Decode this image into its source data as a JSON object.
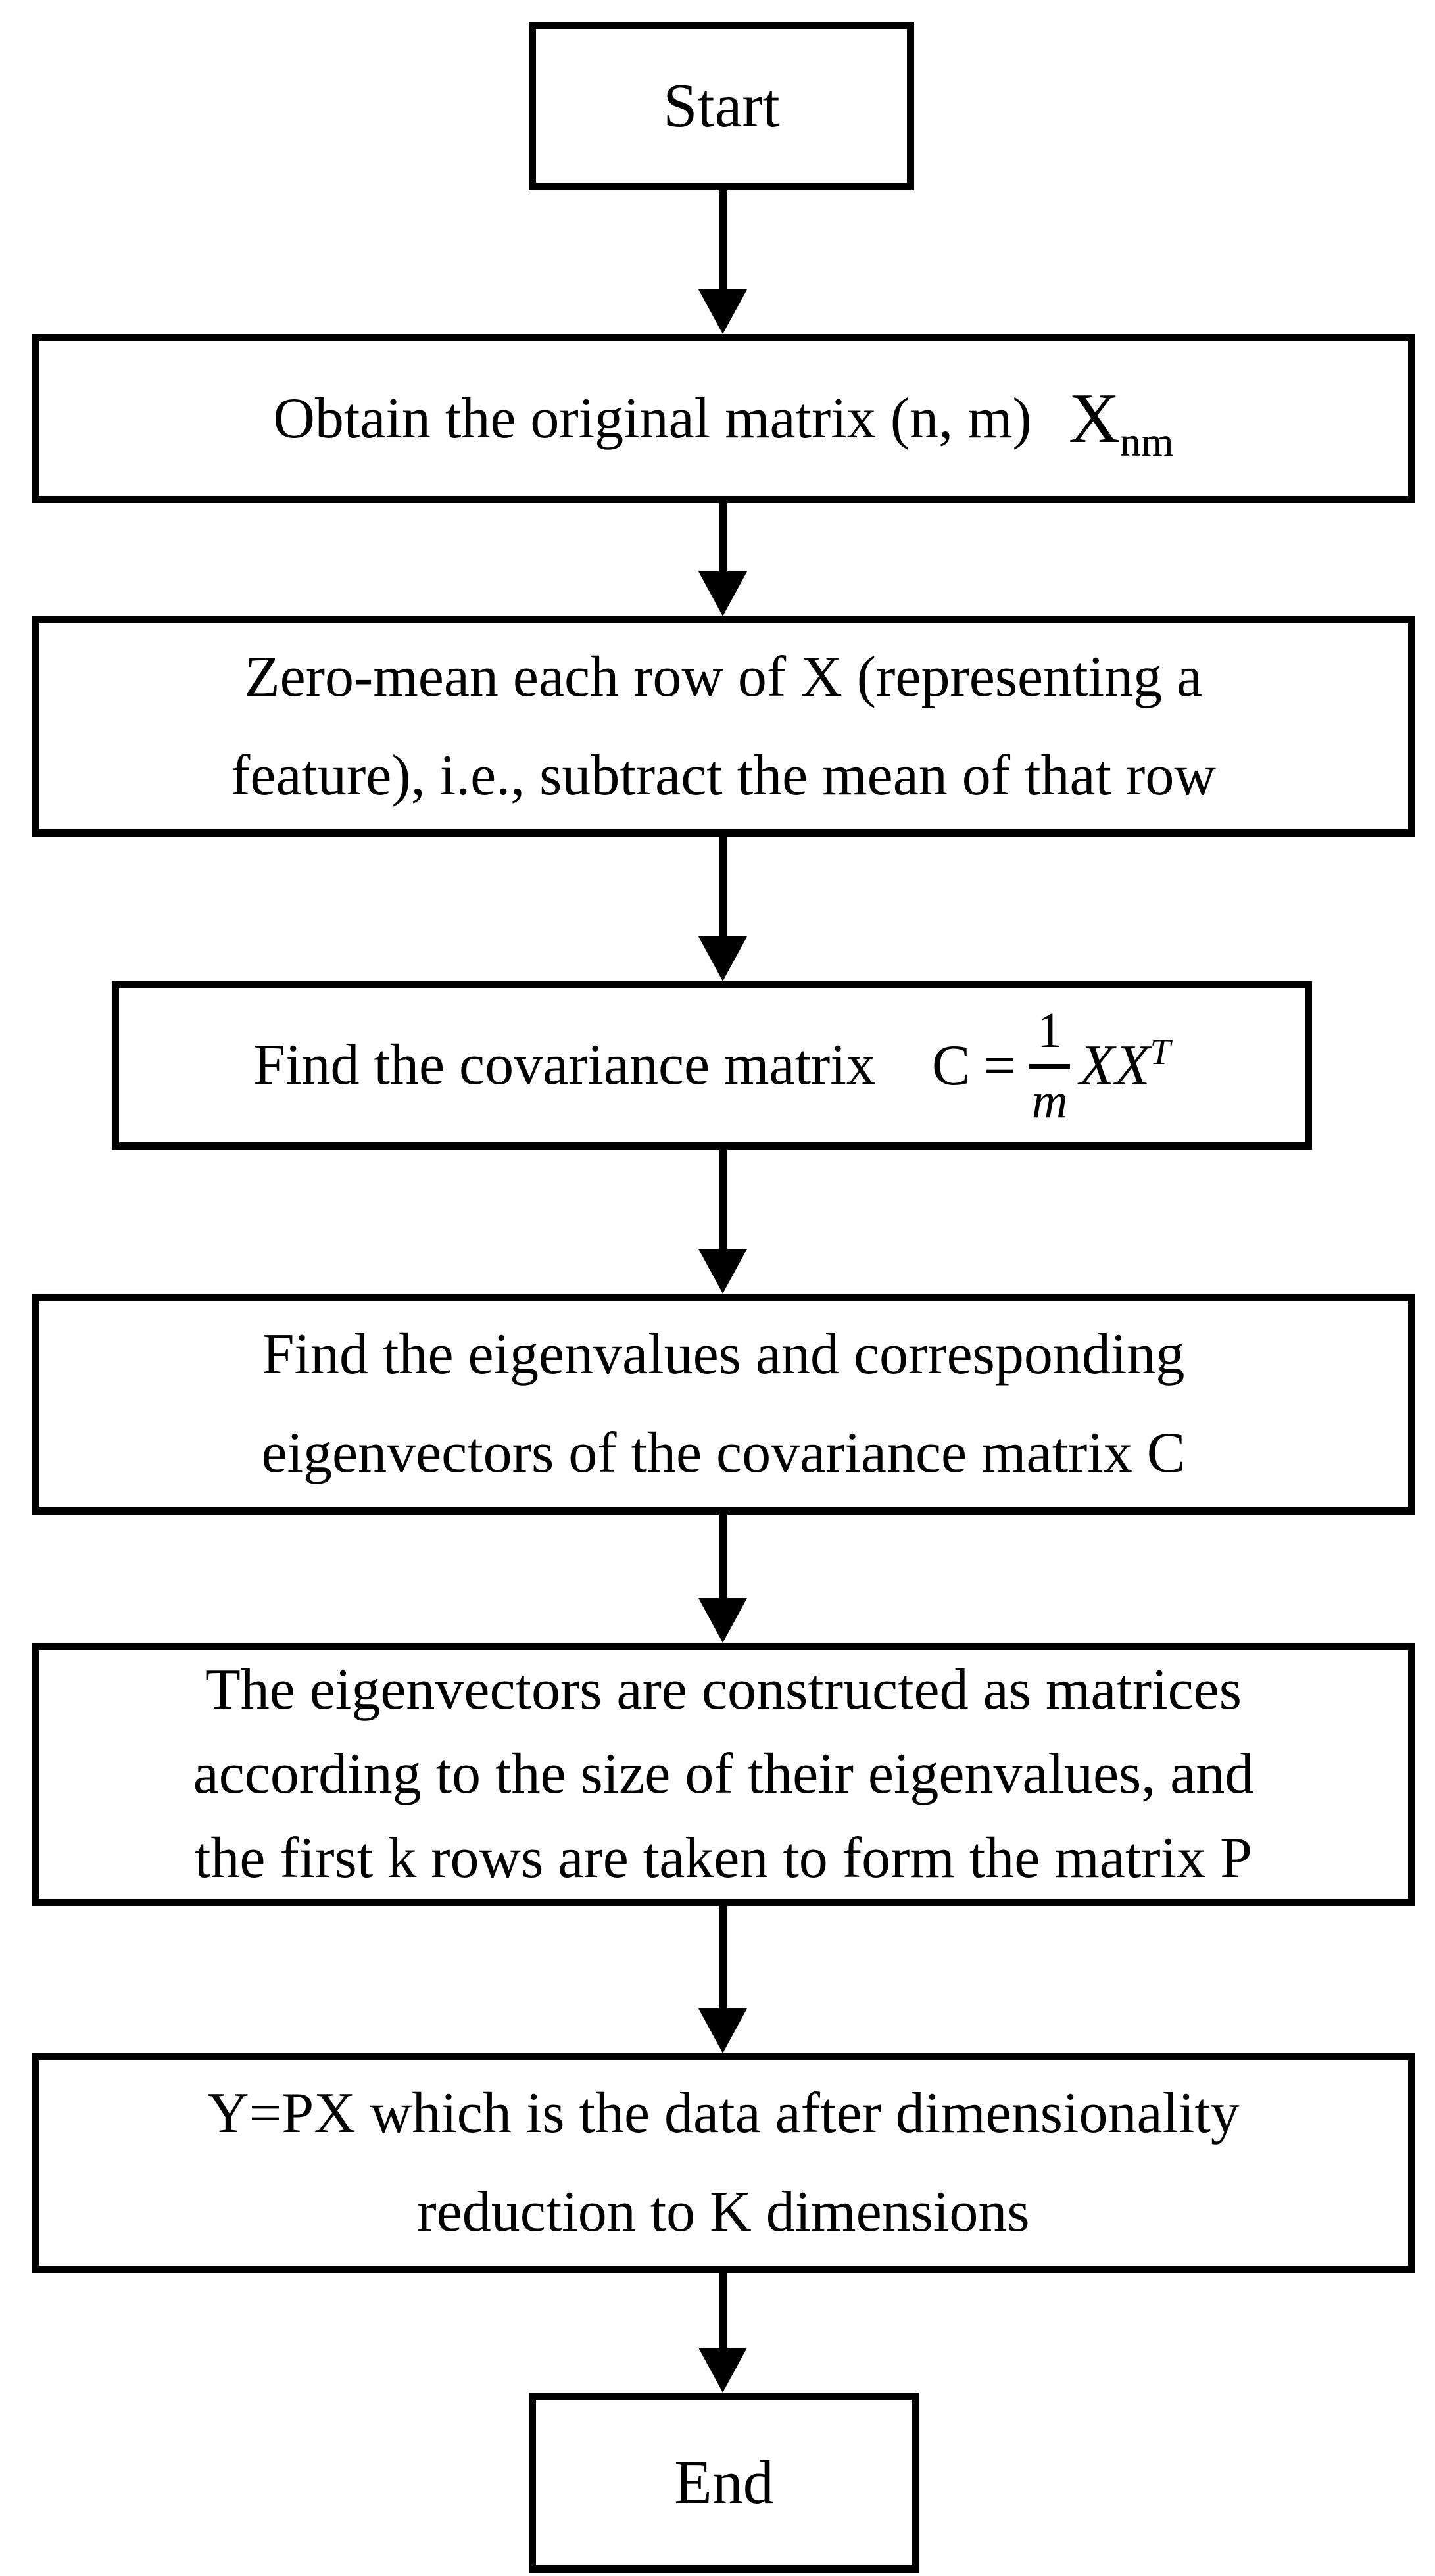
{
  "flowchart": {
    "colors": {
      "stroke": "#000000",
      "fill": "#ffffff",
      "text": "#000000"
    },
    "nodes": {
      "start": {
        "label": "Start"
      },
      "obtain": {
        "text": "Obtain the original matrix (n, m)",
        "symbol": "X",
        "symbol_subscript": "nm"
      },
      "zero_mean": {
        "lines": [
          "Zero-mean each row of X (representing a",
          "feature), i.e., subtract the mean of that row"
        ]
      },
      "covariance": {
        "text": "Find the covariance matrix",
        "formula": {
          "lhs": "C",
          "equals": "=",
          "numerator": "1",
          "denominator": "m",
          "term": "XX",
          "superscript": "T"
        }
      },
      "eigen": {
        "lines": [
          "Find the eigenvalues and corresponding",
          "eigenvectors of the covariance matrix C"
        ]
      },
      "construct": {
        "lines": [
          "The eigenvectors are constructed as matrices",
          "according to the size of their eigenvalues, and",
          "the first k rows are taken to form the matrix P"
        ]
      },
      "reduce": {
        "lines": [
          "Y=PX which is the data after dimensionality",
          "reduction to K dimensions"
        ]
      },
      "end": {
        "label": "End"
      }
    }
  }
}
